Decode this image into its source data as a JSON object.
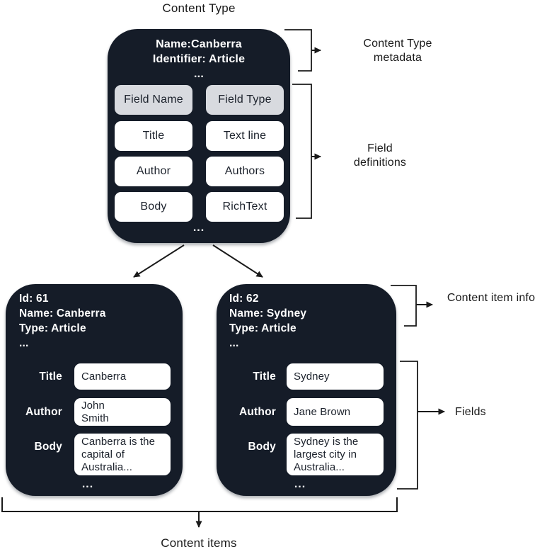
{
  "title": "Content Type",
  "content_type": {
    "meta_block": "Name:Canberra\nIdentifier: Article\n...",
    "field_rows": [
      {
        "name": "Field Name",
        "type": "Field Type"
      },
      {
        "name": "Title",
        "type": "Text line"
      },
      {
        "name": "Author",
        "type": "Authors"
      },
      {
        "name": "Body",
        "type": "RichText"
      }
    ],
    "footer_ellipsis": "..."
  },
  "annotations": {
    "content_type_metadata": "Content Type metadata",
    "field_definitions": "Field definitions",
    "content_item_info": "Content item info",
    "fields": "Fields",
    "content_items": "Content items"
  },
  "items": [
    {
      "meta_block": "Id: 61\nName: Canberra\nType: Article\n...",
      "fields": [
        {
          "label": "Title",
          "value": "Canberra"
        },
        {
          "label": "Author",
          "value": "John\nSmith"
        },
        {
          "label": "Body",
          "value": "Canberra is the\ncapital of\nAustralia..."
        }
      ],
      "footer_ellipsis": "..."
    },
    {
      "meta_block": "Id: 62\nName: Sydney\nType: Article\n...",
      "fields": [
        {
          "label": "Title",
          "value": "Sydney"
        },
        {
          "label": "Author",
          "value": "Jane Brown"
        },
        {
          "label": "Body",
          "value": "Sydney is the\nlargest city in\nAustralia..."
        }
      ],
      "footer_ellipsis": "..."
    }
  ],
  "colors": {
    "box_bg": "#151C28",
    "header_cell_bg": "#D8DADF",
    "value_bg": "#FFFFFF",
    "text_on_dark": "#FFFFFF",
    "text_dark": "#1A1A1A",
    "line": "#1A1A1A"
  }
}
